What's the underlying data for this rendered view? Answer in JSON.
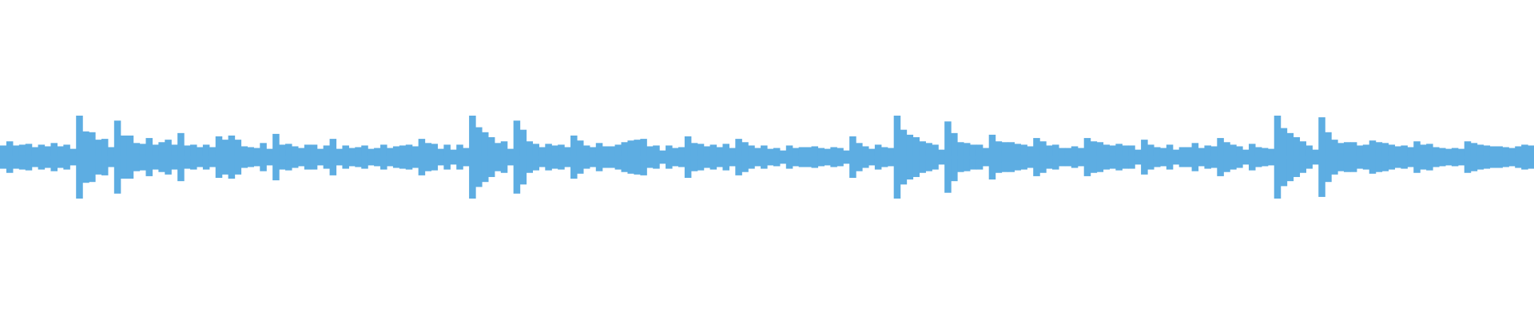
{
  "waveform": {
    "color": "#5dade2",
    "background": "#ffffff",
    "peaks": [
      0.28,
      0.38,
      0.28,
      0.3,
      0.32,
      0.24,
      0.3,
      0.26,
      0.34,
      0.26,
      0.3,
      0.2,
      1.0,
      0.62,
      0.6,
      0.42,
      0.44,
      0.24,
      0.88,
      0.52,
      0.52,
      0.34,
      0.32,
      0.46,
      0.3,
      0.36,
      0.42,
      0.3,
      0.58,
      0.28,
      0.3,
      0.24,
      0.3,
      0.24,
      0.5,
      0.42,
      0.52,
      0.42,
      0.26,
      0.24,
      0.22,
      0.34,
      0.2,
      0.56,
      0.3,
      0.32,
      0.26,
      0.22,
      0.3,
      0.3,
      0.2,
      0.28,
      0.44,
      0.2,
      0.28,
      0.22,
      0.24,
      0.28,
      0.2,
      0.22,
      0.3,
      0.22,
      0.26,
      0.28,
      0.3,
      0.26,
      0.44,
      0.34,
      0.32,
      0.2,
      0.3,
      0.18,
      0.3,
      0.22,
      1.0,
      0.72,
      0.6,
      0.48,
      0.34,
      0.38,
      0.2,
      0.88,
      0.66,
      0.38,
      0.32,
      0.24,
      0.32,
      0.28,
      0.3,
      0.24,
      0.52,
      0.4,
      0.28,
      0.24,
      0.34,
      0.26,
      0.26,
      0.3,
      0.36,
      0.4,
      0.42,
      0.44,
      0.26,
      0.28,
      0.16,
      0.28,
      0.22,
      0.24,
      0.5,
      0.34,
      0.32,
      0.26,
      0.3,
      0.24,
      0.32,
      0.22,
      0.44,
      0.36,
      0.28,
      0.22,
      0.28,
      0.2,
      0.22,
      0.16,
      0.28,
      0.22,
      0.24,
      0.24,
      0.26,
      0.22,
      0.2,
      0.24,
      0.22,
      0.16,
      0.5,
      0.34,
      0.26,
      0.2,
      0.3,
      0.24,
      0.22,
      1.0,
      0.66,
      0.54,
      0.48,
      0.38,
      0.34,
      0.3,
      0.18,
      0.86,
      0.58,
      0.36,
      0.34,
      0.3,
      0.3,
      0.22,
      0.54,
      0.38,
      0.36,
      0.36,
      0.32,
      0.3,
      0.26,
      0.46,
      0.38,
      0.28,
      0.3,
      0.22,
      0.22,
      0.26,
      0.22,
      0.46,
      0.38,
      0.36,
      0.3,
      0.28,
      0.32,
      0.28,
      0.28,
      0.18,
      0.42,
      0.3,
      0.24,
      0.22,
      0.3,
      0.18,
      0.24,
      0.24,
      0.34,
      0.22,
      0.28,
      0.26,
      0.46,
      0.36,
      0.3,
      0.26,
      0.18,
      0.32,
      0.24,
      0.22,
      0.2,
      1.0,
      0.7,
      0.58,
      0.48,
      0.38,
      0.28,
      0.18,
      0.96,
      0.6,
      0.42,
      0.34,
      0.36,
      0.36,
      0.28,
      0.3,
      0.4,
      0.36,
      0.34,
      0.3,
      0.26,
      0.28,
      0.24,
      0.38,
      0.3,
      0.32,
      0.24,
      0.22,
      0.2,
      0.22,
      0.2,
      0.38,
      0.34,
      0.3,
      0.28,
      0.26,
      0.26,
      0.24,
      0.22,
      0.26,
      0.3,
      0.28
    ]
  }
}
